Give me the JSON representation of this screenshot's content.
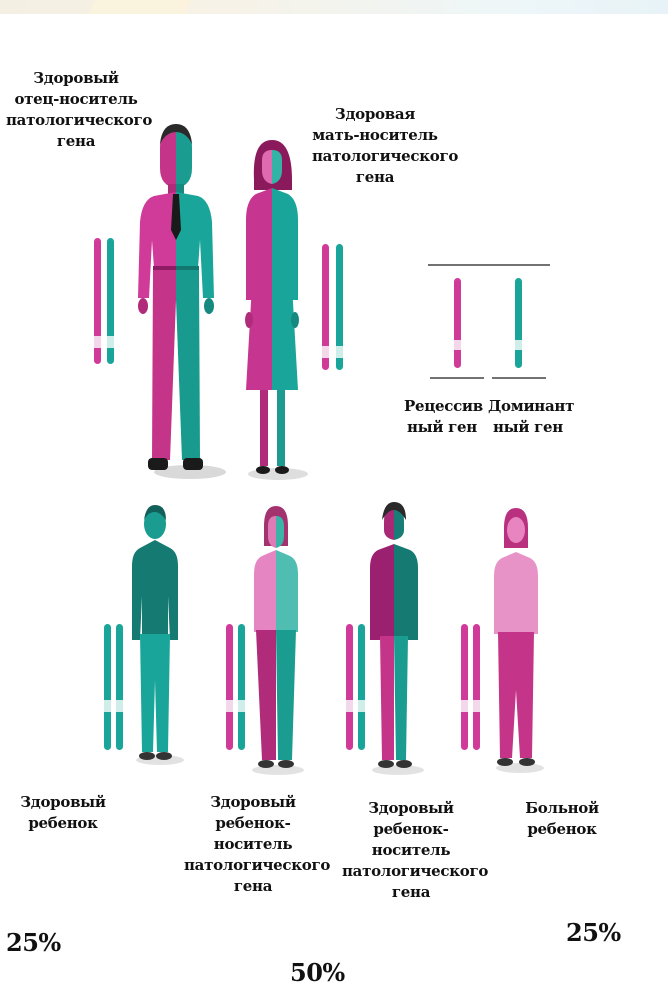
{
  "colors": {
    "recessive": "#d03a98",
    "dominant": "#1aa59a",
    "dark_dominant": "#167a72",
    "dark_recessive": "#9c2070"
  },
  "parents": {
    "father_label": "Здоровый\nотец-носитель\nпатологического\nгена",
    "mother_label": "Здоровая\nмать-носитель\nпатологического\nгена"
  },
  "legend": {
    "recessive_label": "Рецессив\nный ген",
    "dominant_label": "Доминант\nный ген"
  },
  "children": [
    {
      "label": "Здоровый\nребенок"
    },
    {
      "label": "Здоровый\nребенок-носитель\nпатологического\nгена"
    },
    {
      "label": "Здоровый\nребенок-носитель\nпатологического\nгена"
    },
    {
      "label": "Больной\nребенок"
    }
  ],
  "percentages": {
    "left": "25%",
    "middle": "50%",
    "right": "25%"
  }
}
